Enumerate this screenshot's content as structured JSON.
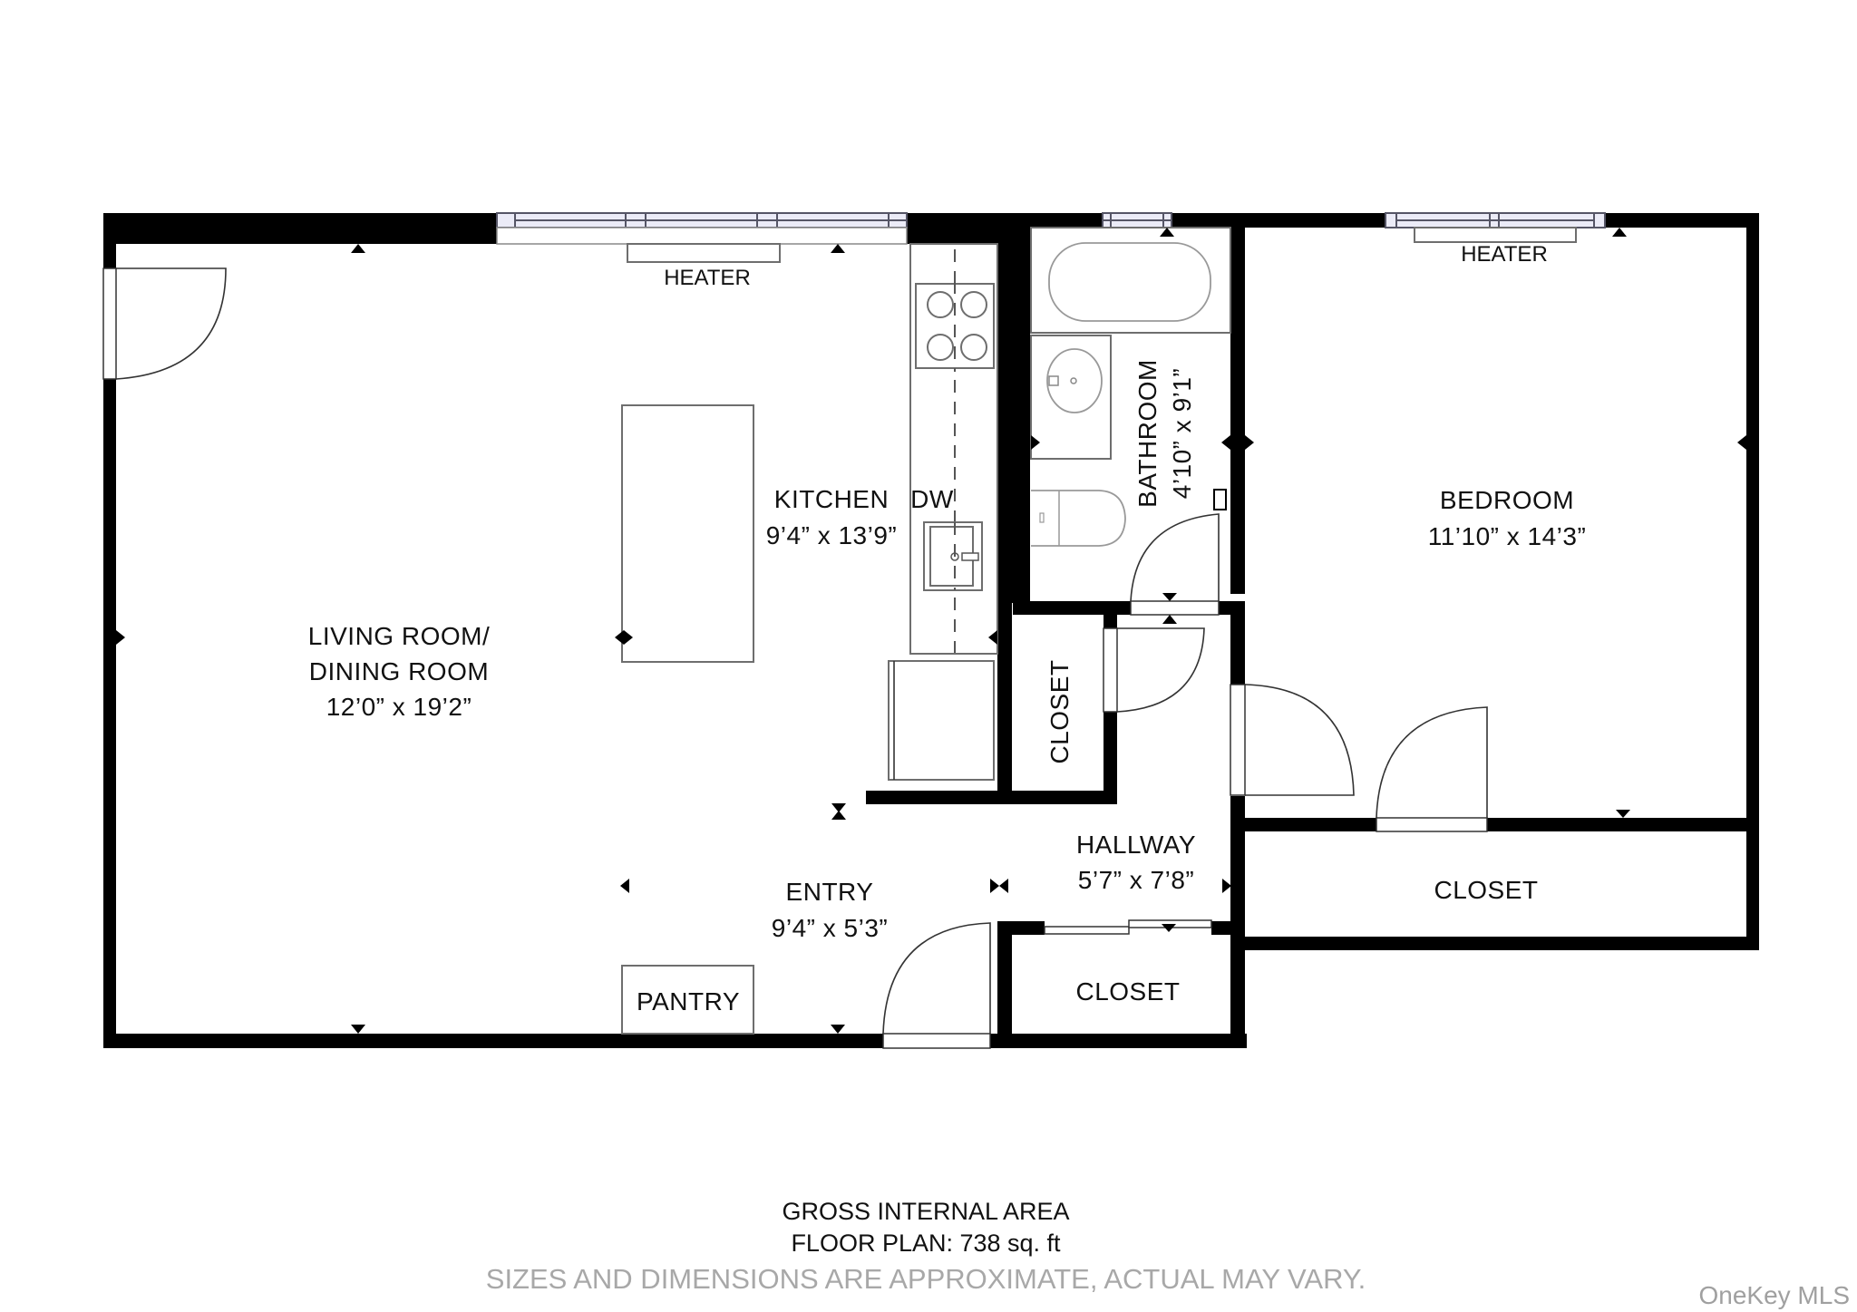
{
  "floor_plan": {
    "rooms": [
      {
        "id": "living",
        "name_line1": "LIVING ROOM/",
        "name_line2": "DINING ROOM",
        "dimensions": "12’0” x 19’2”"
      },
      {
        "id": "kitchen",
        "name": "KITCHEN",
        "dimensions": "9’4” x 13’9”"
      },
      {
        "id": "bathroom",
        "name": "BATHROOM",
        "dimensions": "4’10” x 9’1”"
      },
      {
        "id": "bedroom",
        "name": "BEDROOM",
        "dimensions": "11’10” x 14’3”"
      },
      {
        "id": "hallway",
        "name": "HALLWAY",
        "dimensions": "5’7” x 7’8”"
      },
      {
        "id": "entry",
        "name": "ENTRY",
        "dimensions": "9’4” x 5’3”"
      }
    ],
    "closets": {
      "kitchen_closet": "CLOSET",
      "hallway_closet": "CLOSET",
      "bedroom_closet": "CLOSET"
    },
    "fixtures": {
      "living_heater": "HEATER",
      "bedroom_heater": "HEATER",
      "dishwasher": "DW",
      "pantry": "PANTRY"
    },
    "colors": {
      "wall": "#000000",
      "window_glass": "#ebebf7",
      "disclaimer_text": "#a8a8a8"
    }
  },
  "footer": {
    "area_title": "GROSS INTERNAL AREA",
    "area_value": "FLOOR PLAN: 738 sq. ft",
    "disclaimer": "SIZES AND DIMENSIONS ARE APPROXIMATE, ACTUAL MAY VARY.",
    "watermark": "OneKey MLS"
  }
}
